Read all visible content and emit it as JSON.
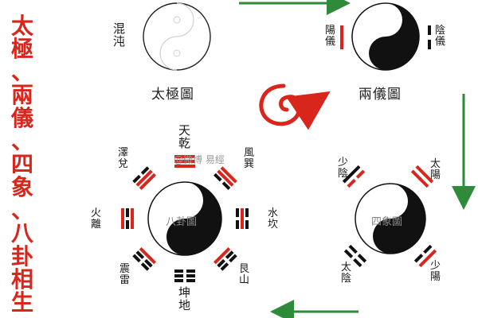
{
  "title_chars": [
    "太",
    "極",
    "、",
    "兩",
    "儀",
    "、",
    "四",
    "象",
    "、",
    "八",
    "卦",
    "相",
    "生",
    "圖"
  ],
  "stage1": {
    "chaos": [
      "混",
      "沌"
    ],
    "caption": "太極圖"
  },
  "stage2": {
    "yang": [
      "陽",
      "儀"
    ],
    "yin": [
      "陰",
      "儀"
    ],
    "caption": "兩儀圖"
  },
  "stage3": {
    "center": "四象圖",
    "taiyang": [
      "太",
      "陽"
    ],
    "shaoyin": [
      "少",
      "陰"
    ],
    "taiyin": [
      "太",
      "陰"
    ],
    "shaoyang": [
      "少",
      "陽"
    ]
  },
  "stage4": {
    "center": "八卦圖",
    "qian": [
      "天",
      "乾"
    ],
    "kun": [
      "坤",
      "地"
    ],
    "xun": [
      "風",
      "巽"
    ],
    "zhen": [
      "震",
      "雷"
    ],
    "kan": [
      "水",
      "坎"
    ],
    "li": [
      "火",
      "離"
    ],
    "dui": [
      "澤",
      "兌"
    ],
    "gen": [
      "艮",
      "山"
    ]
  },
  "watermark": "@微博  易經",
  "colors": {
    "title_red": "#d9261c",
    "trigram_red": "#d9261c",
    "arrow_red": "#d9261c",
    "arrow_green": "#2e8b3a",
    "ink": "#111111"
  }
}
